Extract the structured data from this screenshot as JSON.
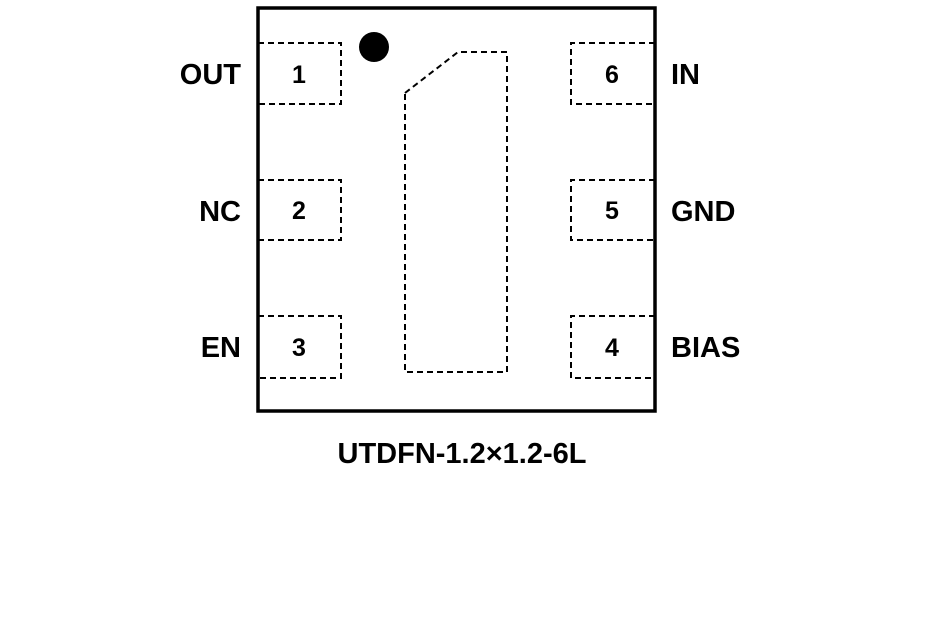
{
  "package": "UTDFN-1.2×1.2-6L",
  "pins": [
    {
      "number": "1",
      "name": "OUT"
    },
    {
      "number": "2",
      "name": "NC"
    },
    {
      "number": "3",
      "name": "EN"
    },
    {
      "number": "4",
      "name": "BIAS"
    },
    {
      "number": "5",
      "name": "GND"
    },
    {
      "number": "6",
      "name": "IN"
    }
  ]
}
